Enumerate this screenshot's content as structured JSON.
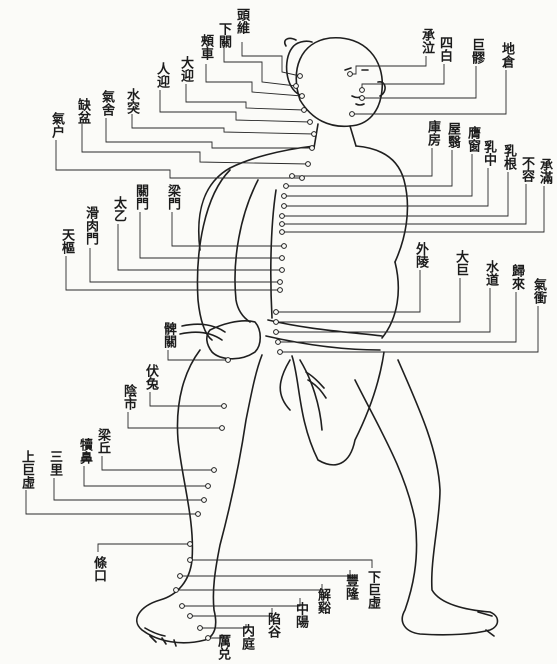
{
  "figure": {
    "ink_color": "#1f1f1f",
    "paper_color": "#fbfbf8",
    "labels": {
      "touwei": "頭維",
      "xiaguan": "下關",
      "jiache": "頰車",
      "daying": "大迎",
      "renying": "人迎",
      "shuitu": "水突",
      "qishe": "氣舍",
      "quepen": "缺盆",
      "qihu": "氣户",
      "chengqi": "承泣",
      "sibai": "四白",
      "juliao": "巨髎",
      "dicang": "地倉",
      "kufang": "庫房",
      "wuyi": "屋翳",
      "yingchuang": "膺窗",
      "ruzhong": "乳中",
      "rugen": "乳根",
      "burong": "不容",
      "chengman": "承滿",
      "liangmen": "梁門",
      "guanmen": "關門",
      "taiyi": "太乙",
      "huaroumen": "滑肉門",
      "tianshu": "天樞",
      "wailing": "外陵",
      "daju": "大巨",
      "shuidao": "水道",
      "guilai": "歸來",
      "qichong": "氣衝",
      "biguan": "髀關",
      "futu": "伏兔",
      "yinshi": "陰市",
      "liangqiu": "梁丘",
      "dubi": "犢鼻",
      "sanli": "三里",
      "shangjuxu": "上巨虛",
      "tiaokou": "條口",
      "xiajuxu": "下巨虛",
      "fenglong": "豐隆",
      "jiexi": "解谿",
      "chongyang": "中陽",
      "xiangu": "陷谷",
      "neiting": "内庭",
      "lidui": "厲兑"
    }
  }
}
